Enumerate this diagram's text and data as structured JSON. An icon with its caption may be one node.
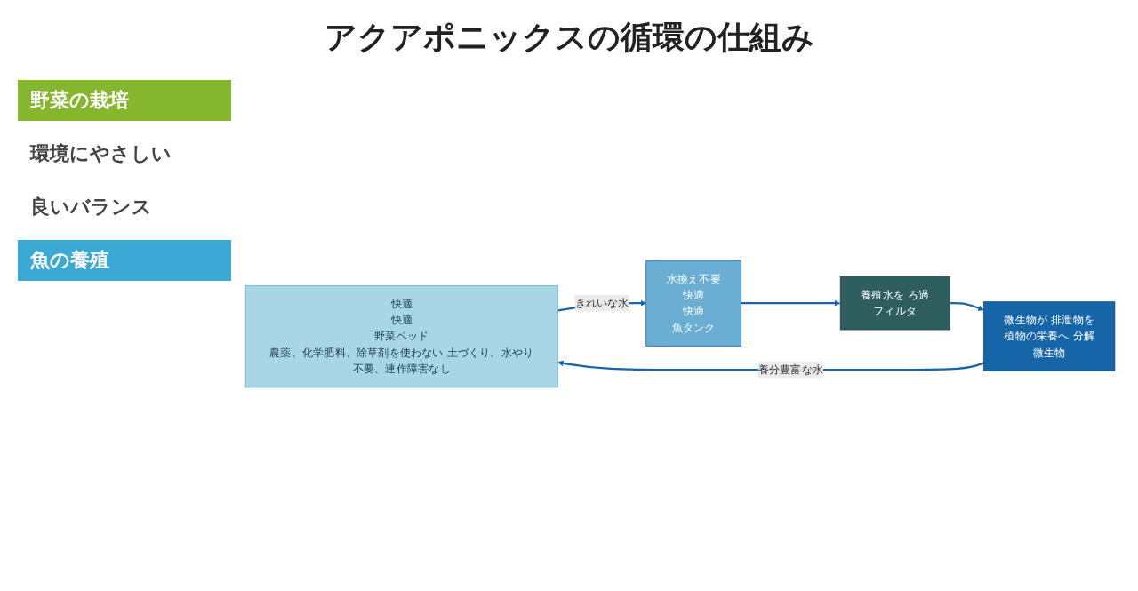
{
  "diagram": {
    "title": "アクアポニックスの循環の仕組み",
    "nodes": [
      {
        "text": [
          "快適",
          "快適",
          "野菜ベッド",
          "農薬、化学肥料、除草剤を使わない 土づくり、水やり不要、連作障害なし"
        ]
      },
      {
        "text": [
          "水換え不要",
          "快適",
          "快適",
          "魚タンク"
        ]
      },
      {
        "text": [
          "養殖水を ろ過",
          "フィルタ"
        ]
      },
      {
        "text": [
          "微生物が 排泄物を",
          "植物の栄養へ 分解",
          "微生物"
        ]
      }
    ],
    "edges": [
      {
        "from": 0,
        "to": 1,
        "arrow": "to",
        "label": "きれいな水"
      },
      {
        "from": 1,
        "to": 2,
        "arrow": "to"
      },
      {
        "from": 2,
        "to": 3,
        "arrow": "to"
      },
      {
        "from": 3,
        "to": 0,
        "arrow": "to",
        "label": "養分豊富な水"
      }
    ],
    "labels": [
      "野菜の栽培",
      "環境にやさしい",
      "良いバランス",
      "魚の養殖"
    ]
  }
}
